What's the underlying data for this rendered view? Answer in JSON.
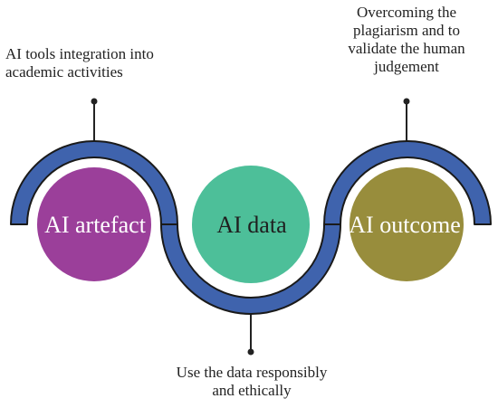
{
  "colors": {
    "band_fill": "#3f63ad",
    "band_stroke": "#1a1a1a",
    "artefact": "#9b3f9a",
    "data": "#4dbf99",
    "outcome": "#988d3c",
    "connector": "#222222"
  },
  "nodes": [
    {
      "label": "AI artefact"
    },
    {
      "label": "AI data"
    },
    {
      "label": "AI outcome"
    }
  ],
  "captions": {
    "top_left": "AI tools integration into\nacademic activities",
    "top_right": "Overcoming the\nplagiarism and to\nvalidate the human\njudgement",
    "bottom": "Use the data responsibly\nand ethically"
  }
}
